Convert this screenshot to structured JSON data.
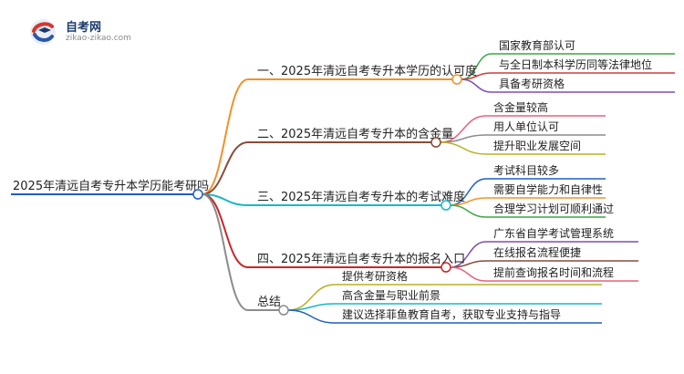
{
  "logo": {
    "title": "自考网",
    "url": "zikao-zikao.com"
  },
  "mindmap": {
    "root": "2025年清远自考专升本学历能考研吗",
    "branches": [
      {
        "label": "一、2025年清远自考专升本学历的认可度",
        "color": "#f0922a",
        "leaves": [
          {
            "label": "国家教育部认可",
            "color": "#3aa640"
          },
          {
            "label": "与全日制本科学历同等法律地位",
            "color": "#cf3b3b"
          },
          {
            "label": "具备考研资格",
            "color": "#7d4fb2"
          }
        ]
      },
      {
        "label": "二、2025年清远自考专升本的含金量",
        "color": "#8a4a3a",
        "leaves": [
          {
            "label": "含金量较高",
            "color": "#e8607a"
          },
          {
            "label": "用人单位认可",
            "color": "#8c8c8c"
          },
          {
            "label": "提升职业发展空间",
            "color": "#b8b020"
          }
        ]
      },
      {
        "label": "三、2025年清远自考专升本的考试难度",
        "color": "#17b8c8",
        "leaves": [
          {
            "label": "考试科目较多",
            "color": "#1f5fc0"
          },
          {
            "label": "需要自学能力和自律性",
            "color": "#f0922a"
          },
          {
            "label": "合理学习计划可顺利通过",
            "color": "#3aa640"
          }
        ]
      },
      {
        "label": "四、2025年清远自考专升本的报名入口",
        "color": "#c82828",
        "leaves": [
          {
            "label": "广东省自学考试管理系统",
            "color": "#7d4fb2"
          },
          {
            "label": "在线报名流程便捷",
            "color": "#8a4a3a"
          },
          {
            "label": "提前查询报名时间和流程",
            "color": "#e8607a"
          }
        ]
      },
      {
        "label": "总结",
        "color": "#8c8c8c",
        "leaves": [
          {
            "label": "提供考研资格",
            "color": "#b8b020"
          },
          {
            "label": "高含金量与职业前景",
            "color": "#17b8c8"
          },
          {
            "label": "建议选择菲鱼教育自考，获取专业支持与指导",
            "color": "#1f5fc0"
          }
        ]
      }
    ]
  }
}
